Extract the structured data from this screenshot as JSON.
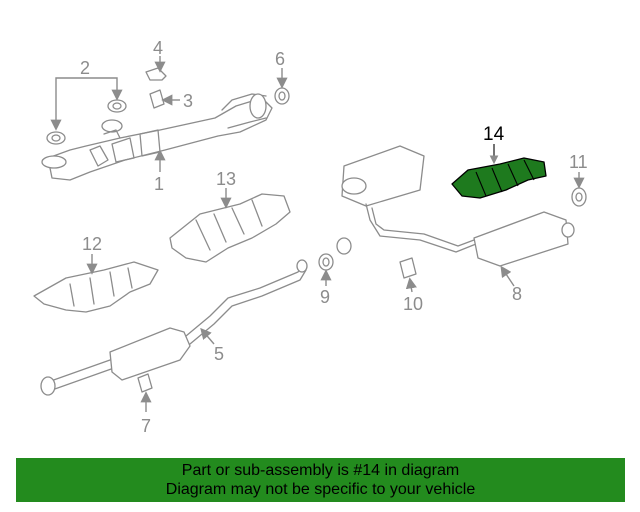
{
  "diagram": {
    "callouts": {
      "c1": "1",
      "c2": "2",
      "c3": "3",
      "c4": "4",
      "c5": "5",
      "c6": "6",
      "c7": "7",
      "c8": "8",
      "c9": "9",
      "c10": "10",
      "c11": "11",
      "c12": "12",
      "c13": "13",
      "c14": "14"
    },
    "highlighted_part": "14",
    "highlight_color": "#1e7a1e"
  },
  "banner": {
    "line1": "Part or sub-assembly is #14 in diagram",
    "line2": "Diagram may not be specific to your vehicle",
    "background": "#238b1e"
  }
}
